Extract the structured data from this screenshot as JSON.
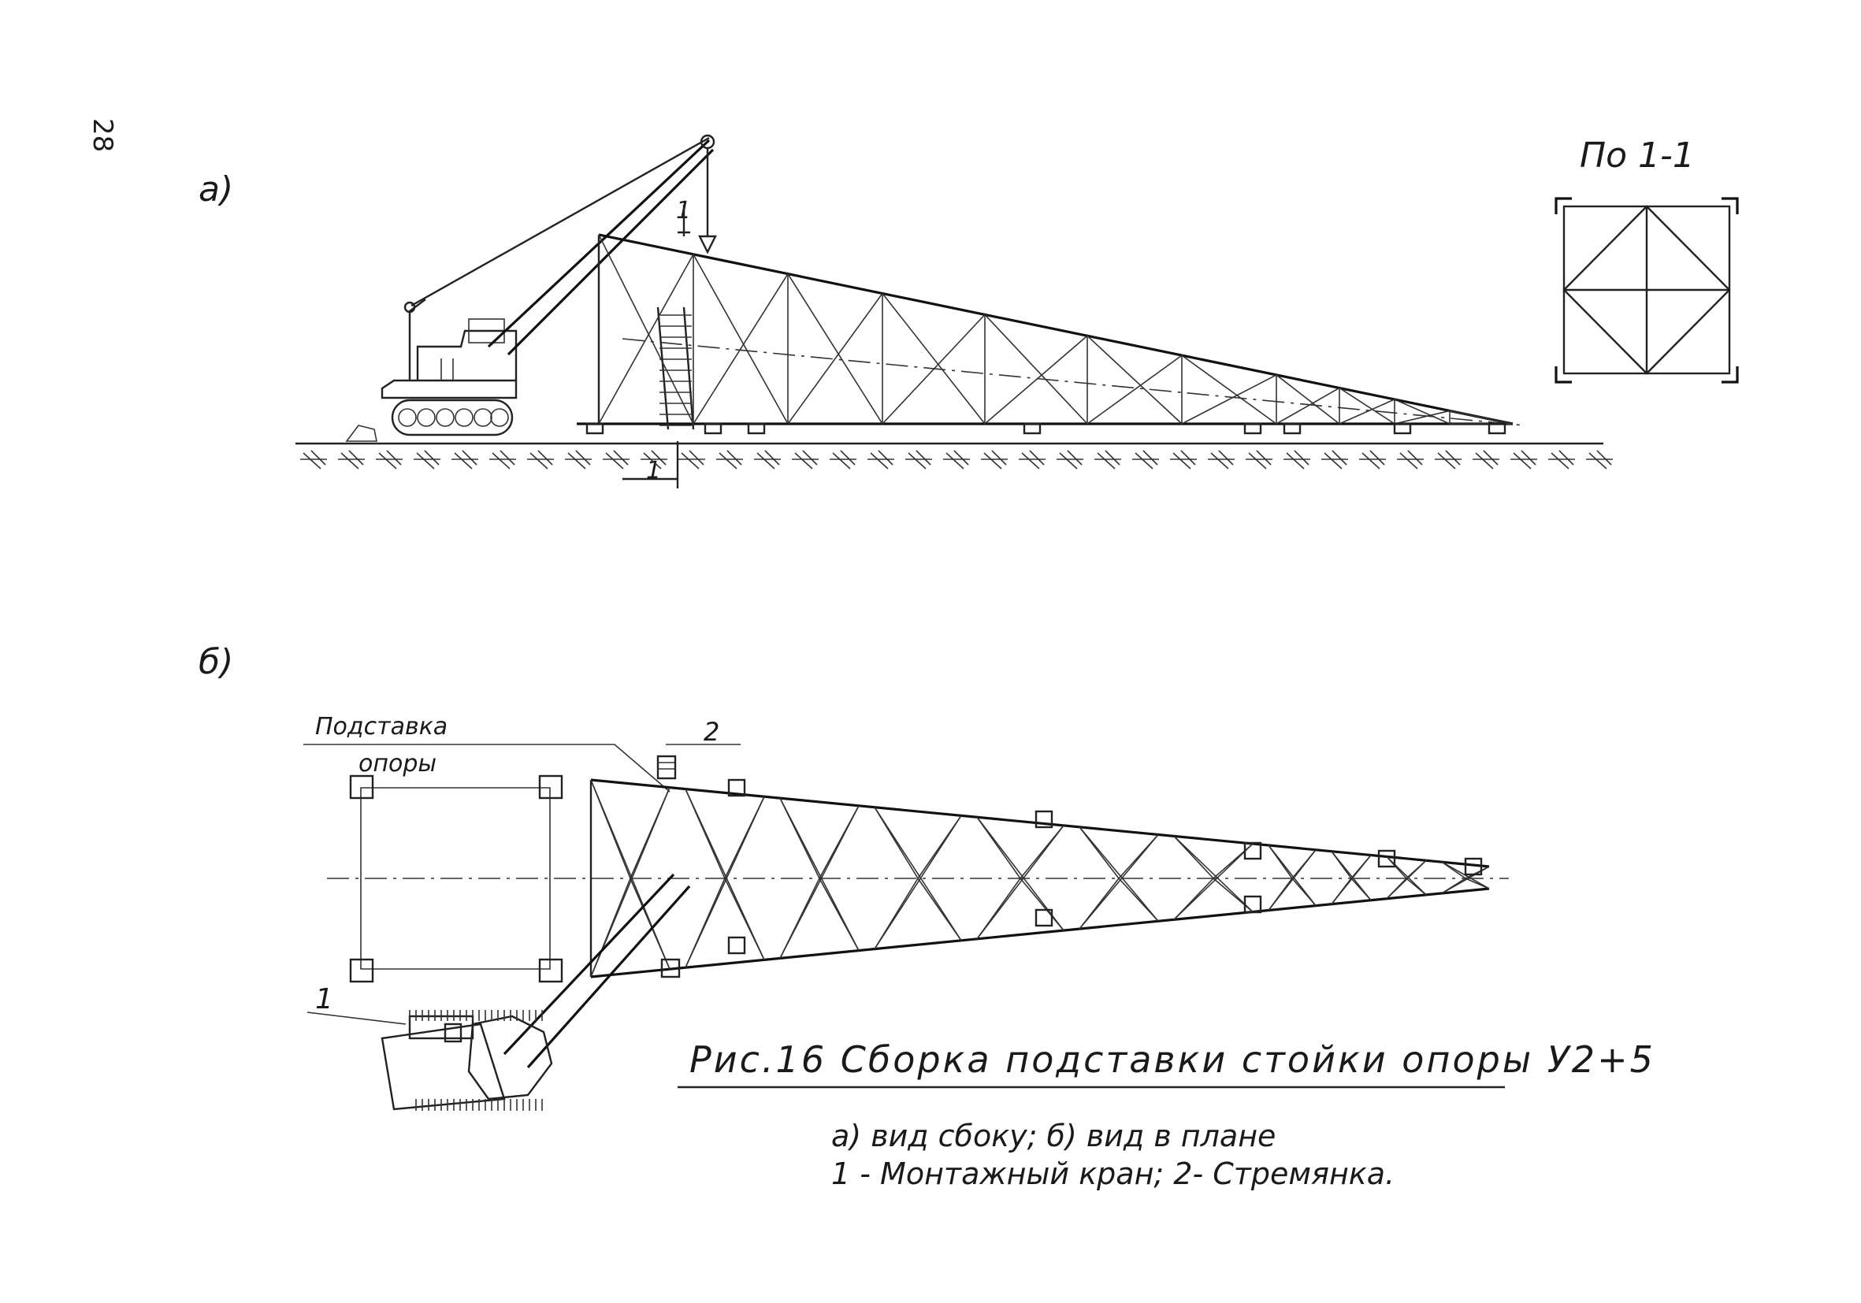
{
  "page": {
    "number": "28"
  },
  "view_a": {
    "label": "а)"
  },
  "view_b": {
    "label": "б)"
  },
  "section": {
    "title": "По 1-1"
  },
  "callouts": {
    "podstavka_line1": "Подставка",
    "podstavka_line2": "опоры",
    "item_2": "2",
    "item_1": "1",
    "section_mark_top": "1",
    "section_mark_bottom": "1"
  },
  "caption": {
    "title": "Рис.16 Сборка подставки стойки опоры У2+5",
    "legend_line1": "а) вид сбоку;  б) вид в плане",
    "legend_line2": "1 - Монтажный кран; 2- Стремянка."
  }
}
